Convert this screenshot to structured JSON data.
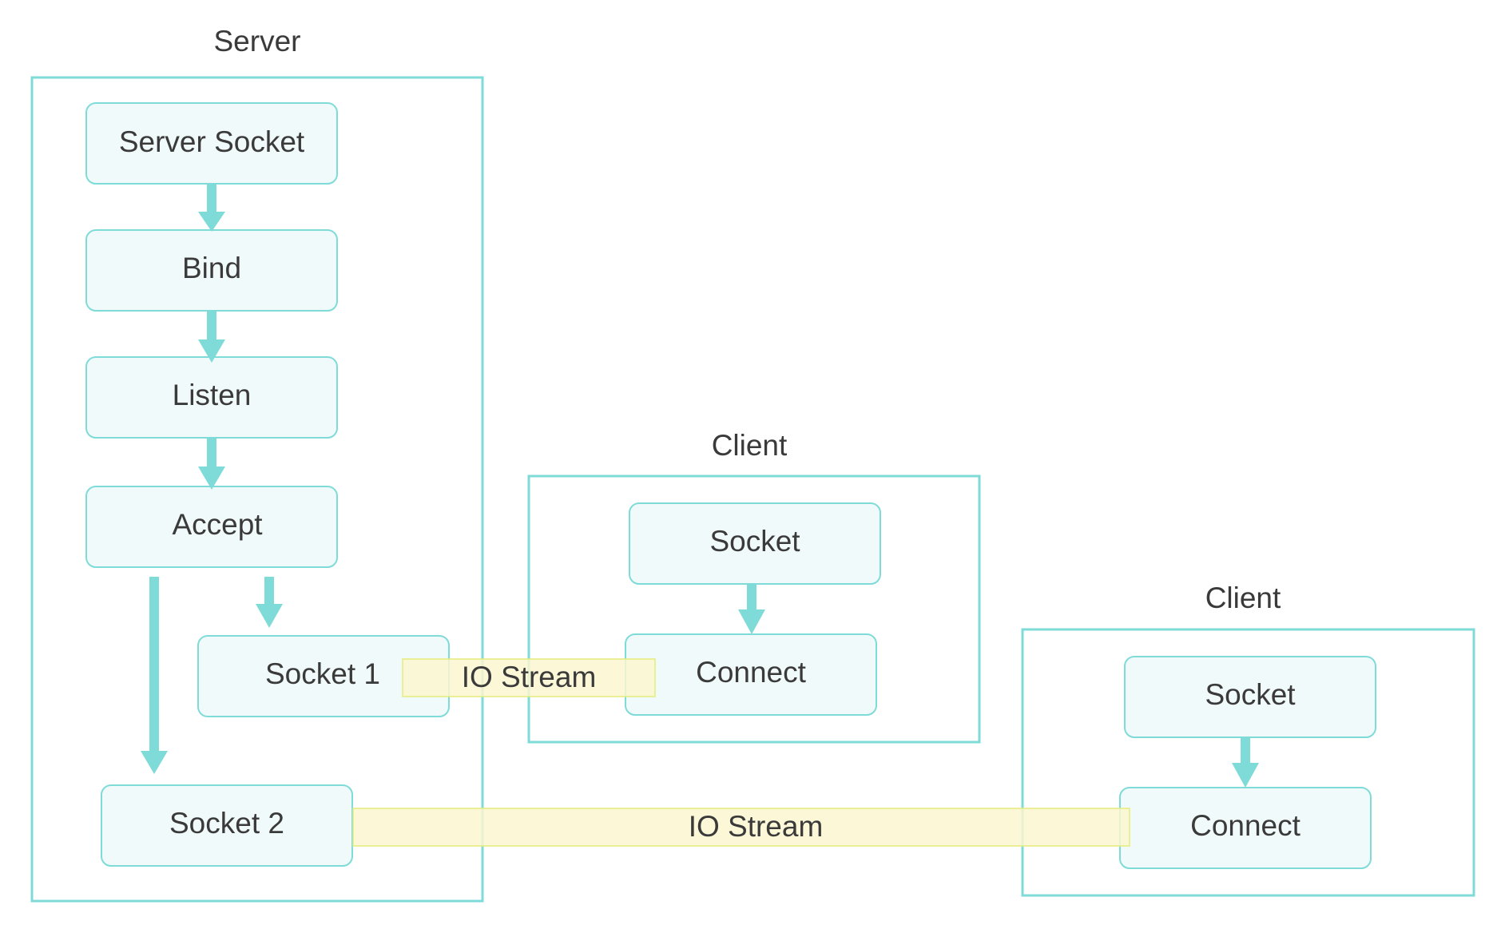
{
  "colors": {
    "group_border": "#7fdbd8",
    "node_fill": "#f1fafb",
    "node_border": "#7fdbd8",
    "arrow": "#7fdbd8",
    "stream_fill": "#fbf6cf",
    "stream_border": "#e4ec7a",
    "text": "#3a3a3a"
  },
  "server": {
    "title": "Server",
    "nodes": {
      "server_socket": "Server Socket",
      "bind": "Bind",
      "listen": "Listen",
      "accept": "Accept",
      "socket1": "Socket 1",
      "socket2": "Socket 2"
    }
  },
  "client1": {
    "title": "Client",
    "nodes": {
      "socket": "Socket",
      "connect": "Connect"
    }
  },
  "client2": {
    "title": "Client",
    "nodes": {
      "socket": "Socket",
      "connect": "Connect"
    }
  },
  "streams": {
    "stream1": "IO Stream",
    "stream2": "IO Stream"
  }
}
